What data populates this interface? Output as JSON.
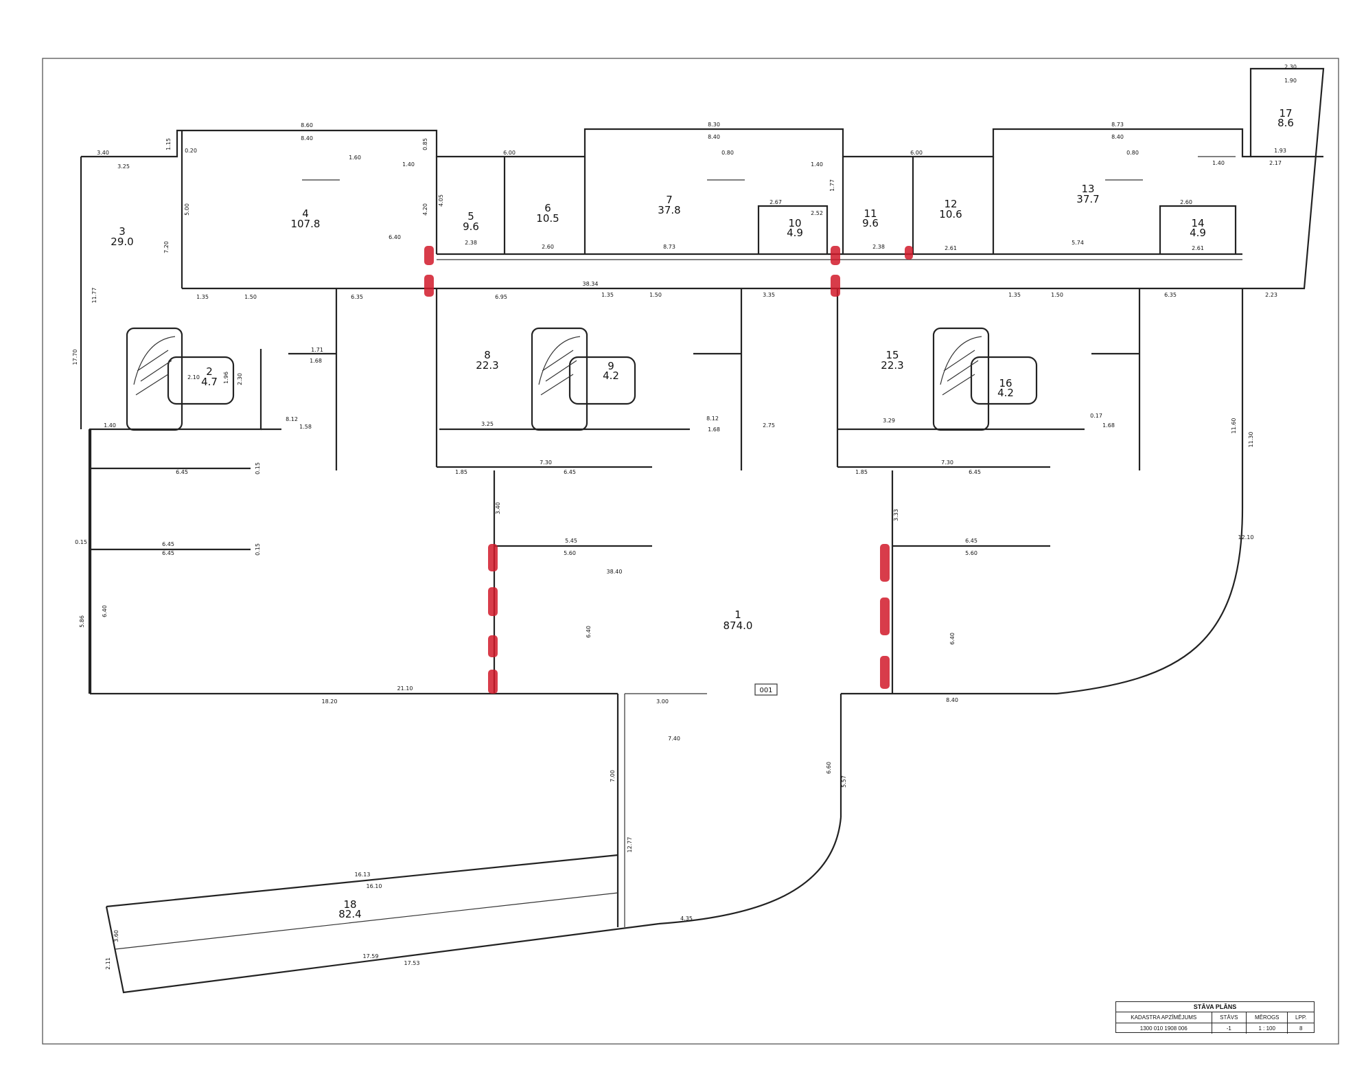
{
  "plan": {
    "entrance_label": "001",
    "rooms": [
      {
        "id": "r1",
        "number": "1",
        "area": "874.0"
      },
      {
        "id": "r2",
        "number": "2",
        "area": "4.7"
      },
      {
        "id": "r3",
        "number": "3",
        "area": "29.0"
      },
      {
        "id": "r4",
        "number": "4",
        "area": "107.8"
      },
      {
        "id": "r5",
        "number": "5",
        "area": "9.6"
      },
      {
        "id": "r6",
        "number": "6",
        "area": "10.5"
      },
      {
        "id": "r7",
        "number": "7",
        "area": "37.8"
      },
      {
        "id": "r8",
        "number": "8",
        "area": "22.3"
      },
      {
        "id": "r9",
        "number": "9",
        "area": "4.2"
      },
      {
        "id": "r10",
        "number": "10",
        "area": "4.9"
      },
      {
        "id": "r11",
        "number": "11",
        "area": "9.6"
      },
      {
        "id": "r12",
        "number": "12",
        "area": "10.6"
      },
      {
        "id": "r13",
        "number": "13",
        "area": "37.7"
      },
      {
        "id": "r14",
        "number": "14",
        "area": "4.9"
      },
      {
        "id": "r15",
        "number": "15",
        "area": "22.3"
      },
      {
        "id": "r16",
        "number": "16",
        "area": "4.2"
      },
      {
        "id": "r17",
        "number": "17",
        "area": "8.6"
      },
      {
        "id": "r18",
        "number": "18",
        "area": "82.4"
      }
    ],
    "dimensions": [
      {
        "id": "d1",
        "text": "8.60"
      },
      {
        "id": "d2",
        "text": "8.40"
      },
      {
        "id": "d3",
        "text": "3.40"
      },
      {
        "id": "d4",
        "text": "3.25"
      },
      {
        "id": "d5",
        "text": "1.15"
      },
      {
        "id": "d6",
        "text": "0.20"
      },
      {
        "id": "d7",
        "text": "0.85"
      },
      {
        "id": "d8",
        "text": "1.60"
      },
      {
        "id": "d9",
        "text": "1.40"
      },
      {
        "id": "d10",
        "text": "5.00"
      },
      {
        "id": "d11",
        "text": "6.40"
      },
      {
        "id": "d12",
        "text": "7.20"
      },
      {
        "id": "d13",
        "text": "11.77"
      },
      {
        "id": "d14",
        "text": "4.20"
      },
      {
        "id": "d15",
        "text": "4.05"
      },
      {
        "id": "d16",
        "text": "2.38"
      },
      {
        "id": "d17",
        "text": "6.00"
      },
      {
        "id": "d18",
        "text": "2.60"
      },
      {
        "id": "d19",
        "text": "8.30"
      },
      {
        "id": "d20",
        "text": "8.40"
      },
      {
        "id": "d21",
        "text": "0.80"
      },
      {
        "id": "d22",
        "text": "1.40"
      },
      {
        "id": "d23",
        "text": "8.73"
      },
      {
        "id": "d24",
        "text": "2.67"
      },
      {
        "id": "d25",
        "text": "2.52"
      },
      {
        "id": "d26",
        "text": "1.77"
      },
      {
        "id": "d27",
        "text": "2.38"
      },
      {
        "id": "d28",
        "text": "6.00"
      },
      {
        "id": "d29",
        "text": "2.61"
      },
      {
        "id": "d30",
        "text": "8.73"
      },
      {
        "id": "d31",
        "text": "8.40"
      },
      {
        "id": "d32",
        "text": "0.80"
      },
      {
        "id": "d33",
        "text": "1.40"
      },
      {
        "id": "d34",
        "text": "2.60"
      },
      {
        "id": "d35",
        "text": "5.74"
      },
      {
        "id": "d36",
        "text": "2.61"
      },
      {
        "id": "d37",
        "text": "2.30"
      },
      {
        "id": "d38",
        "text": "1.90"
      },
      {
        "id": "d39",
        "text": "1.93"
      },
      {
        "id": "d40",
        "text": "2.17"
      },
      {
        "id": "d41",
        "text": "1.35"
      },
      {
        "id": "d42",
        "text": "1.50"
      },
      {
        "id": "d43",
        "text": "6.35"
      },
      {
        "id": "d44",
        "text": "38.34"
      },
      {
        "id": "d45",
        "text": "6.95"
      },
      {
        "id": "d46",
        "text": "1.35"
      },
      {
        "id": "d47",
        "text": "1.50"
      },
      {
        "id": "d48",
        "text": "3.35"
      },
      {
        "id": "d49",
        "text": "1.35"
      },
      {
        "id": "d50",
        "text": "1.50"
      },
      {
        "id": "d51",
        "text": "6.35"
      },
      {
        "id": "d52",
        "text": "2.23"
      },
      {
        "id": "d53",
        "text": "1.71"
      },
      {
        "id": "d54",
        "text": "1.68"
      },
      {
        "id": "d55",
        "text": "2.10"
      },
      {
        "id": "d56",
        "text": "1.96"
      },
      {
        "id": "d57",
        "text": "2.30"
      },
      {
        "id": "d58",
        "text": "1.40"
      },
      {
        "id": "d59",
        "text": "8.12"
      },
      {
        "id": "d60",
        "text": "1.58"
      },
      {
        "id": "d61",
        "text": "6.45"
      },
      {
        "id": "d62",
        "text": "6.45"
      },
      {
        "id": "d63",
        "text": "6.45"
      },
      {
        "id": "d64",
        "text": "0.15"
      },
      {
        "id": "d65",
        "text": "0.15"
      },
      {
        "id": "d66",
        "text": "17.70"
      },
      {
        "id": "d67",
        "text": "3.25"
      },
      {
        "id": "d68",
        "text": "8.12"
      },
      {
        "id": "d69",
        "text": "1.68"
      },
      {
        "id": "d70",
        "text": "2.75"
      },
      {
        "id": "d71",
        "text": "7.30"
      },
      {
        "id": "d72",
        "text": "6.45"
      },
      {
        "id": "d73",
        "text": "1.85"
      },
      {
        "id": "d74",
        "text": "3.40"
      },
      {
        "id": "d75",
        "text": "5.45"
      },
      {
        "id": "d76",
        "text": "5.60"
      },
      {
        "id": "d77",
        "text": "38.40"
      },
      {
        "id": "d78",
        "text": "3.29"
      },
      {
        "id": "d79",
        "text": "0.17"
      },
      {
        "id": "d80",
        "text": "1.68"
      },
      {
        "id": "d81",
        "text": "7.30"
      },
      {
        "id": "d82",
        "text": "6.45"
      },
      {
        "id": "d83",
        "text": "1.85"
      },
      {
        "id": "d84",
        "text": "3.33"
      },
      {
        "id": "d85",
        "text": "6.45"
      },
      {
        "id": "d86",
        "text": "5.60"
      },
      {
        "id": "d87",
        "text": "11.30"
      },
      {
        "id": "d88",
        "text": "11.60"
      },
      {
        "id": "d89",
        "text": "6.40"
      },
      {
        "id": "d90",
        "text": "6.40"
      },
      {
        "id": "d91",
        "text": "5.86"
      },
      {
        "id": "d92",
        "text": "6.40"
      },
      {
        "id": "d93",
        "text": "21.10"
      },
      {
        "id": "d94",
        "text": "18.20"
      },
      {
        "id": "d95",
        "text": "3.00"
      },
      {
        "id": "d96",
        "text": "7.40"
      },
      {
        "id": "d97",
        "text": "7.00"
      },
      {
        "id": "d98",
        "text": "12.77"
      },
      {
        "id": "d99",
        "text": "8.40"
      },
      {
        "id": "d100",
        "text": "6.60"
      },
      {
        "id": "d101",
        "text": "5.57"
      },
      {
        "id": "d102",
        "text": "16.13"
      },
      {
        "id": "d103",
        "text": "16.10"
      },
      {
        "id": "d104",
        "text": "4.35"
      },
      {
        "id": "d105",
        "text": "17.59"
      },
      {
        "id": "d106",
        "text": "17.53"
      },
      {
        "id": "d107",
        "text": "3.60"
      },
      {
        "id": "d108",
        "text": "2.11"
      },
      {
        "id": "d109",
        "text": "0.15"
      },
      {
        "id": "d110",
        "text": "12.10"
      }
    ]
  },
  "title_block": {
    "heading": "STĀVA PLĀNS",
    "col1_label": "KADASTRA APZĪMĒJUMS",
    "col2_label": "STĀVS",
    "col3_label": "MĒROGS",
    "col4_label": "LPP.",
    "col1_value": "1300 010 1908 006",
    "col2_value": "-1",
    "col3_value": "1 : 100",
    "col4_value": "8"
  },
  "colors": {
    "walls": "#222222",
    "markers": "#d11a2a"
  }
}
